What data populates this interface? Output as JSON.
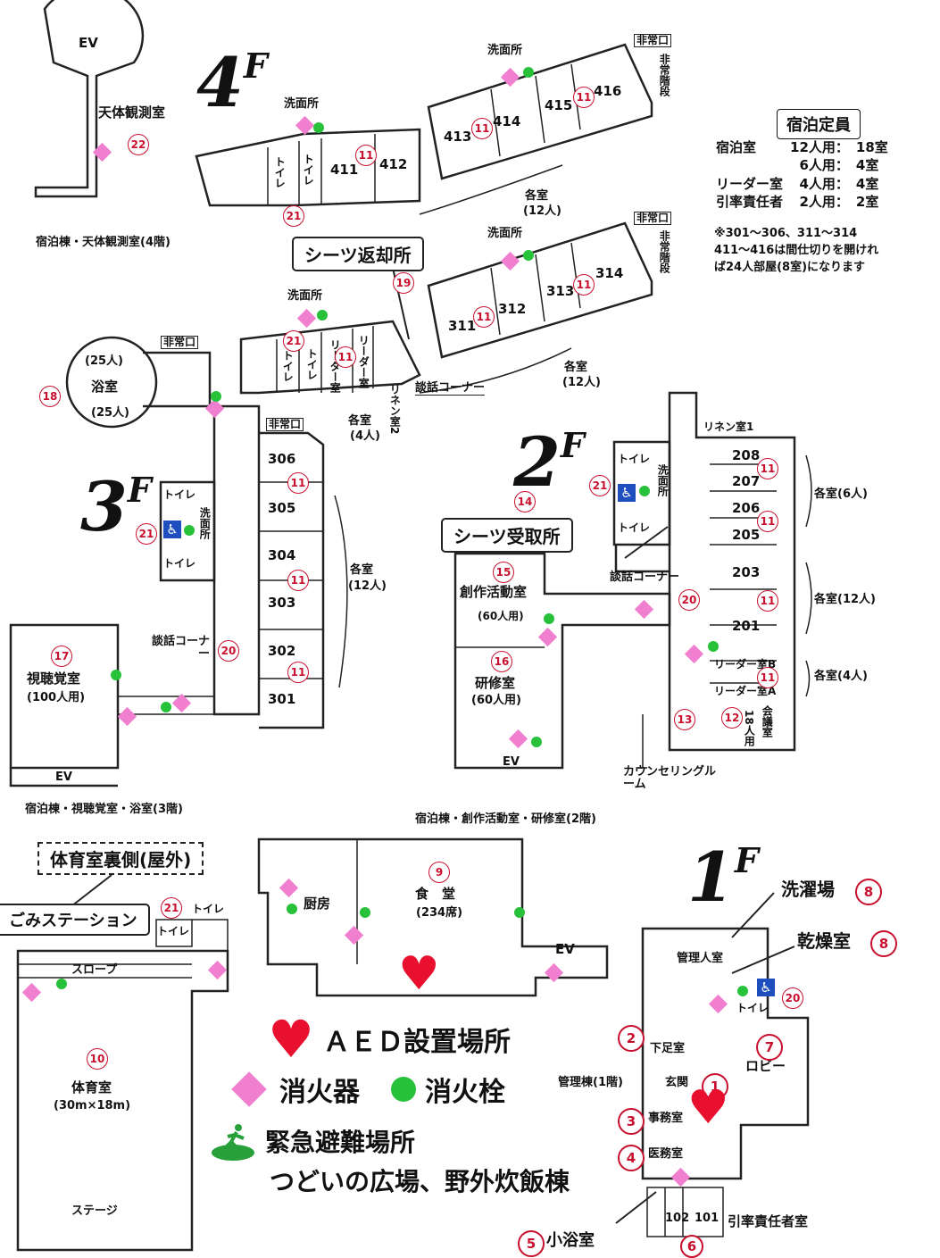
{
  "floors": {
    "f4": {
      "num": "4",
      "suffix": "F"
    },
    "f3": {
      "num": "3",
      "suffix": "F"
    },
    "f2": {
      "num": "2",
      "suffix": "F"
    },
    "f1": {
      "num": "1",
      "suffix": "F"
    }
  },
  "floor4": {
    "ev": "EV",
    "observatory": "天体観測室",
    "washroom_left": "洗面所",
    "washroom_right": "洗面所",
    "emergency_exit": "非常口",
    "emergency_stairs": "非常階段",
    "toilet": "トイレ",
    "rooms": [
      "411",
      "412",
      "413",
      "414",
      "415",
      "416"
    ],
    "each_room": "各室",
    "each_capacity": "(12人)",
    "caption": "宿泊棟・天体観測室(4階)"
  },
  "floor3": {
    "bath": "浴室",
    "bath_capacity": "(25人)",
    "emergency_exit": "非常口",
    "emergency_exit2": "非常口",
    "washroom": "洗面所",
    "washroom_side": "洗面所",
    "toilet": "トイレ",
    "leader": "リーダー室",
    "linen2": "リネン室2",
    "lounge": "談話コーナー",
    "lounge_left": "談話コーナー",
    "sheets_return": "シーツ返却所",
    "rooms_right": [
      "311",
      "312",
      "313",
      "314"
    ],
    "rooms_left": [
      "306",
      "305",
      "304",
      "303",
      "302",
      "301"
    ],
    "each_room": "各室",
    "each_4": "(4人)",
    "each_12": "(12人)",
    "emergency_stairs": "非常階段",
    "av_room": "視聴覚室",
    "av_capacity": "(100人用)",
    "ev": "EV",
    "caption": "宿泊棟・視聴覚室・浴室(3階)"
  },
  "floor2": {
    "linen1": "リネン室1",
    "toilet": "トイレ",
    "washroom": "洗面所",
    "sheets_receive": "シーツ受取所",
    "creative": "創作活動室",
    "creative_capacity": "(60人用)",
    "training": "研修室",
    "training_capacity": "(60人用)",
    "lounge": "談話コーナー",
    "ev": "EV",
    "rooms": [
      "208",
      "207",
      "206",
      "205",
      "203",
      "201"
    ],
    "leader_b": "リーダー室B",
    "leader_a": "リーダー室A",
    "conference": "会議室",
    "conference_capacity": "18人用",
    "counseling": "カウンセリングルーム",
    "each_6": "各室(6人)",
    "each_12": "各室(12人)",
    "each_4": "各室(4人)",
    "caption": "宿泊棟・創作活動室・研修室(2階)"
  },
  "floor1": {
    "gym_back": "体育室裏側(屋外)",
    "garbage": "ごみステーション",
    "toilet": "トイレ",
    "slope": "スロープ",
    "gym": "体育室",
    "gym_size": "(30m×18m)",
    "stage": "ステージ",
    "kitchen": "厨房",
    "dining": "食　堂",
    "dining_seats": "(234席)",
    "ev": "EV",
    "laundry": "洗濯場",
    "drying": "乾燥室",
    "manager": "管理人室",
    "shoe": "下足室",
    "entrance": "玄関",
    "lobby": "ロビー",
    "office": "事務室",
    "medical": "医務室",
    "small_bath": "小浴室",
    "leader_rooms": [
      "102",
      "101"
    ],
    "leader_room_label": "引率責任者室",
    "caption": "管理棟(1階)"
  },
  "capacity": {
    "title": "宿泊定員",
    "rows": [
      {
        "type": "宿泊室",
        "size": "12人用：",
        "count": "18室"
      },
      {
        "type": "",
        "size": "6人用：",
        "count": "4室"
      },
      {
        "type": "リーダー室",
        "size": "4人用：",
        "count": "4室"
      },
      {
        "type": "引率責任者",
        "size": "2人用：",
        "count": "2室"
      }
    ],
    "note_line1": "※301～306、311～314",
    "note_line2": "411～416は間仕切りを開けれ",
    "note_line3": "ば24人部屋(8室)になります"
  },
  "legend": {
    "aed": "ＡＥＤ設置場所",
    "extinguisher": "消火器",
    "hydrant": "消火栓",
    "evacuation": "緊急避難場所",
    "evacuation_place": "つどいの広場、野外炊飯棟"
  },
  "markers": {
    "n1": "1",
    "n2": "2",
    "n3": "3",
    "n4": "4",
    "n5": "5",
    "n6": "6",
    "n7": "7",
    "n8": "8",
    "n9": "9",
    "n10": "10",
    "n11": "11",
    "n12": "12",
    "n13": "13",
    "n14": "14",
    "n15": "15",
    "n16": "16",
    "n17": "17",
    "n18": "18",
    "n19": "19",
    "n20": "20",
    "n21": "21",
    "n22": "22"
  },
  "colors": {
    "marker_red": "#c8102e",
    "extinguisher_pink": "#f07fd0",
    "hydrant_green": "#27c13a",
    "aed_red": "#e8102e"
  }
}
